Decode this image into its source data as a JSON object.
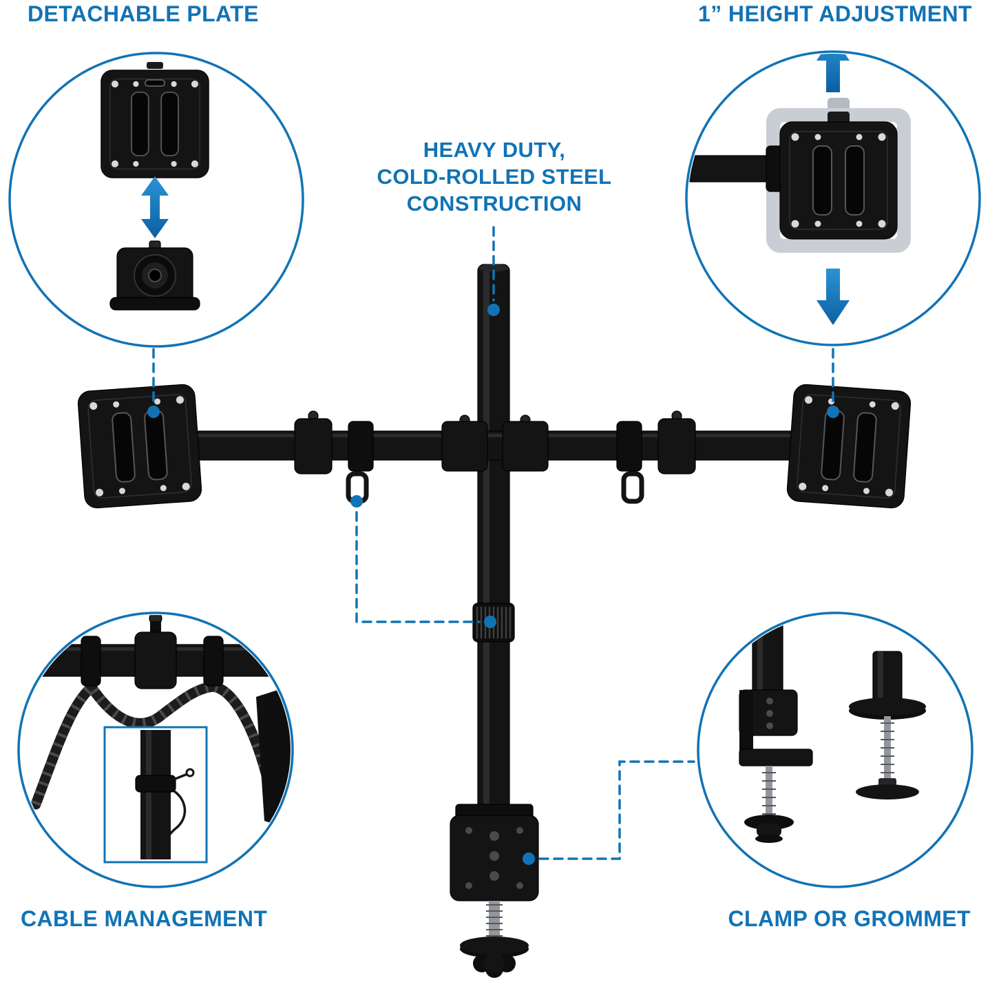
{
  "diagram": {
    "type": "product-feature-annotation",
    "subject": "dual monitor desk mount arm"
  },
  "colors": {
    "accent": "#1173b5",
    "metal": "#141414",
    "background": "#ffffff"
  },
  "labels": {
    "detachable_plate": "DETACHABLE PLATE",
    "height_adjustment": "1” HEIGHT ADJUSTMENT",
    "heavy_duty_line1": "HEAVY DUTY,",
    "heavy_duty_line2": "COLD-ROLLED STEEL",
    "heavy_duty_line3": "CONSTRUCTION",
    "cable_management": "CABLE MANAGEMENT",
    "clamp_or_grommet": "CLAMP OR GROMMET"
  },
  "icons": {
    "height_up": "up-arrow",
    "height_down": "down-arrow",
    "detach": "double-vertical-arrow",
    "callout_marker": "blue-dot"
  }
}
